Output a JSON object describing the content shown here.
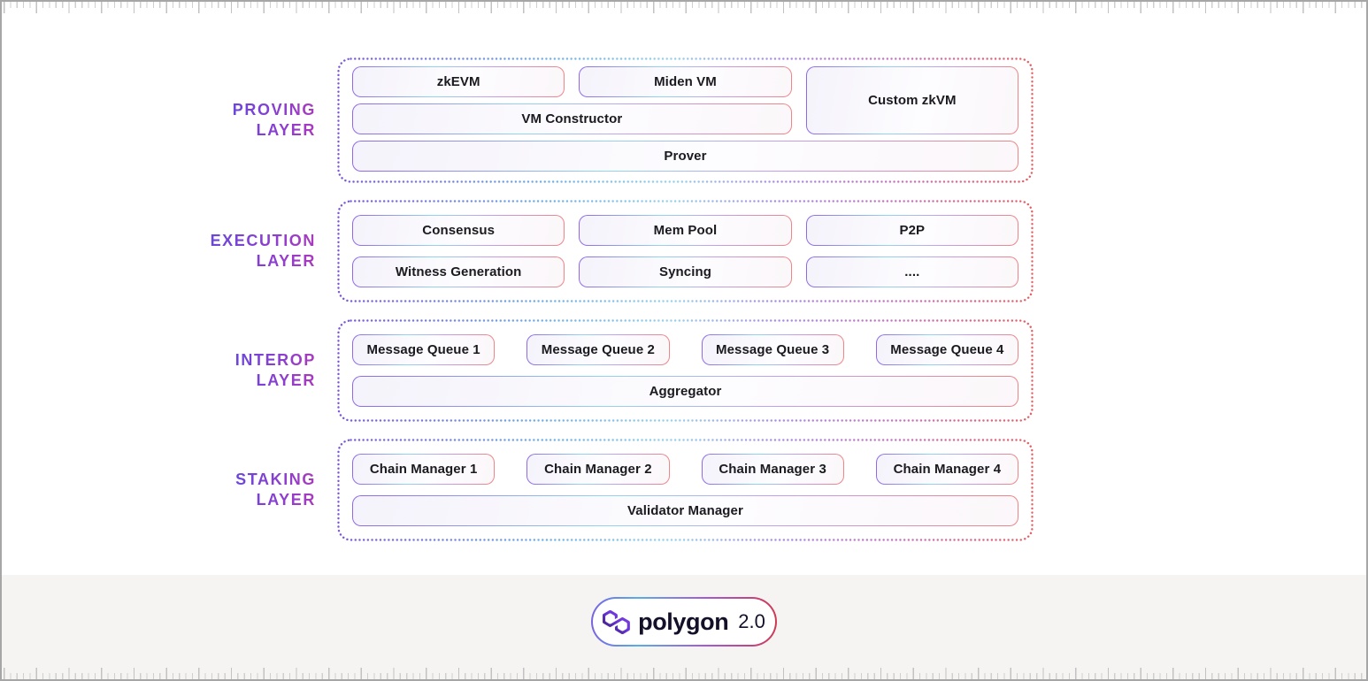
{
  "layers": [
    {
      "id": "proving",
      "label": [
        "PROVING",
        "LAYER"
      ],
      "boxes": {
        "zkevm": "zkEVM",
        "miden_vm": "Miden VM",
        "custom_zkvm": "Custom zkVM",
        "vm_constructor": "VM Constructor",
        "prover": "Prover"
      }
    },
    {
      "id": "execution",
      "label": [
        "EXECUTION",
        "LAYER"
      ],
      "boxes": {
        "consensus": "Consensus",
        "mem_pool": "Mem Pool",
        "p2p": "P2P",
        "witness_generation": "Witness Generation",
        "syncing": "Syncing",
        "more": "...."
      }
    },
    {
      "id": "interop",
      "label": [
        "INTEROP",
        "LAYER"
      ],
      "boxes": {
        "message_queue_1": "Message Queue 1",
        "message_queue_2": "Message Queue 2",
        "message_queue_3": "Message Queue 3",
        "message_queue_4": "Message Queue 4",
        "aggregator": "Aggregator"
      }
    },
    {
      "id": "staking",
      "label": [
        "STAKING",
        "LAYER"
      ],
      "boxes": {
        "chain_manager_1": "Chain Manager 1",
        "chain_manager_2": "Chain Manager 2",
        "chain_manager_3": "Chain Manager 3",
        "chain_manager_4": "Chain Manager 4",
        "validator_manager": "Validator Manager"
      }
    }
  ],
  "footer": {
    "brand": "polygon",
    "version": "2.0"
  },
  "colors": {
    "accent_purple": "#7b3fe4",
    "label_gradient_start": "#6a47da",
    "label_gradient_end": "#a93bbd",
    "box_border_start": "#9068e6",
    "box_border_blue": "#93d4ee",
    "box_border_end": "#ef8585",
    "dotted_border_left": "#7b55d9",
    "dotted_border_right": "#e55f63",
    "footer_background": "#f5f4f2",
    "brand_text": "#151029"
  }
}
